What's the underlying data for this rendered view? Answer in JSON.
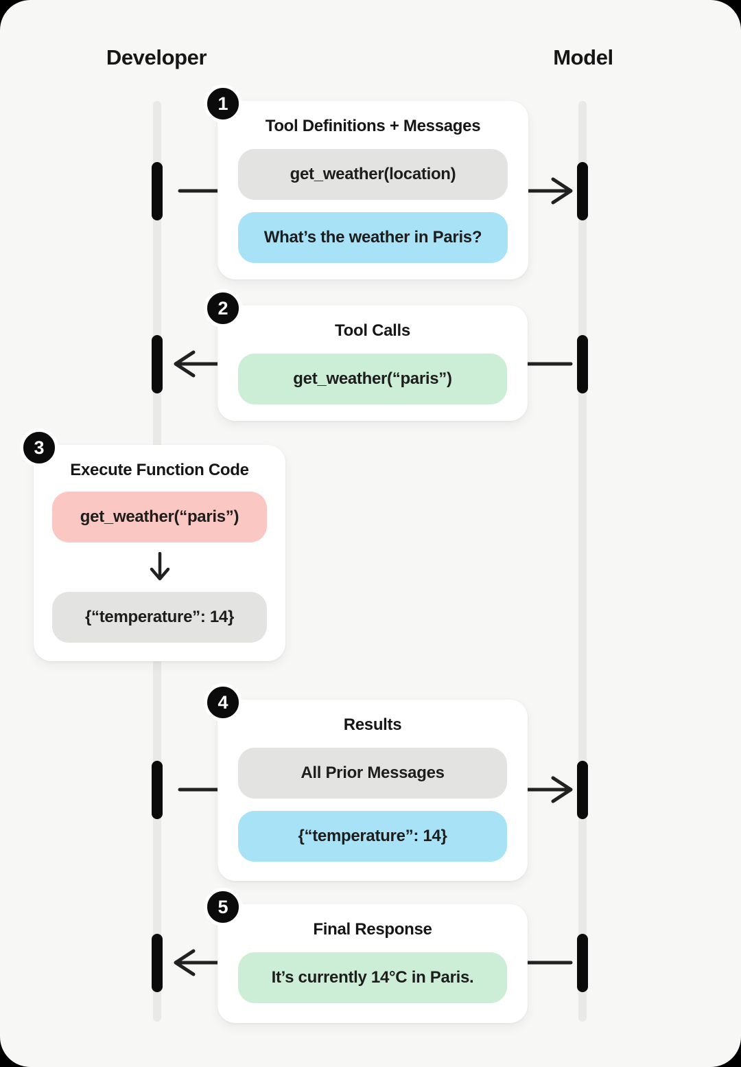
{
  "diagram": {
    "left_actor": "Developer",
    "right_actor": "Model",
    "steps": [
      {
        "number": "1",
        "title": "Tool Definitions + Messages",
        "direction": "developer-to-model",
        "pills": [
          {
            "text": "get_weather(location)",
            "color": "gray"
          },
          {
            "text": "What’s the weather in Paris?",
            "color": "blue"
          }
        ]
      },
      {
        "number": "2",
        "title": "Tool Calls",
        "direction": "model-to-developer",
        "pills": [
          {
            "text": "get_weather(“paris”)",
            "color": "green"
          }
        ]
      },
      {
        "number": "3",
        "title": "Execute Function Code",
        "direction": "local-execution",
        "pills": [
          {
            "text": "get_weather(“paris”)",
            "color": "pink"
          },
          {
            "text": "{“temperature”: 14}",
            "color": "gray"
          }
        ]
      },
      {
        "number": "4",
        "title": "Results",
        "direction": "developer-to-model",
        "pills": [
          {
            "text": "All Prior Messages",
            "color": "gray"
          },
          {
            "text": "{“temperature”: 14}",
            "color": "blue"
          }
        ]
      },
      {
        "number": "5",
        "title": "Final Response",
        "direction": "model-to-developer",
        "pills": [
          {
            "text": "It’s currently 14°C in Paris.",
            "color": "green"
          }
        ]
      }
    ]
  },
  "colors": {
    "canvas_bg": "#f7f7f6",
    "card_bg": "#ffffff",
    "text": "#161616",
    "pill_gray": "#e3e3e1",
    "pill_blue": "#a8e2f6",
    "pill_green": "#cdeed6",
    "pill_pink": "#fac7c2",
    "badge_bg": "#0b0b0b",
    "badge_text": "#ffffff",
    "arrow": "#212121",
    "lifeline": "#e9e9e7",
    "activation_bar": "#0b0b0b"
  }
}
